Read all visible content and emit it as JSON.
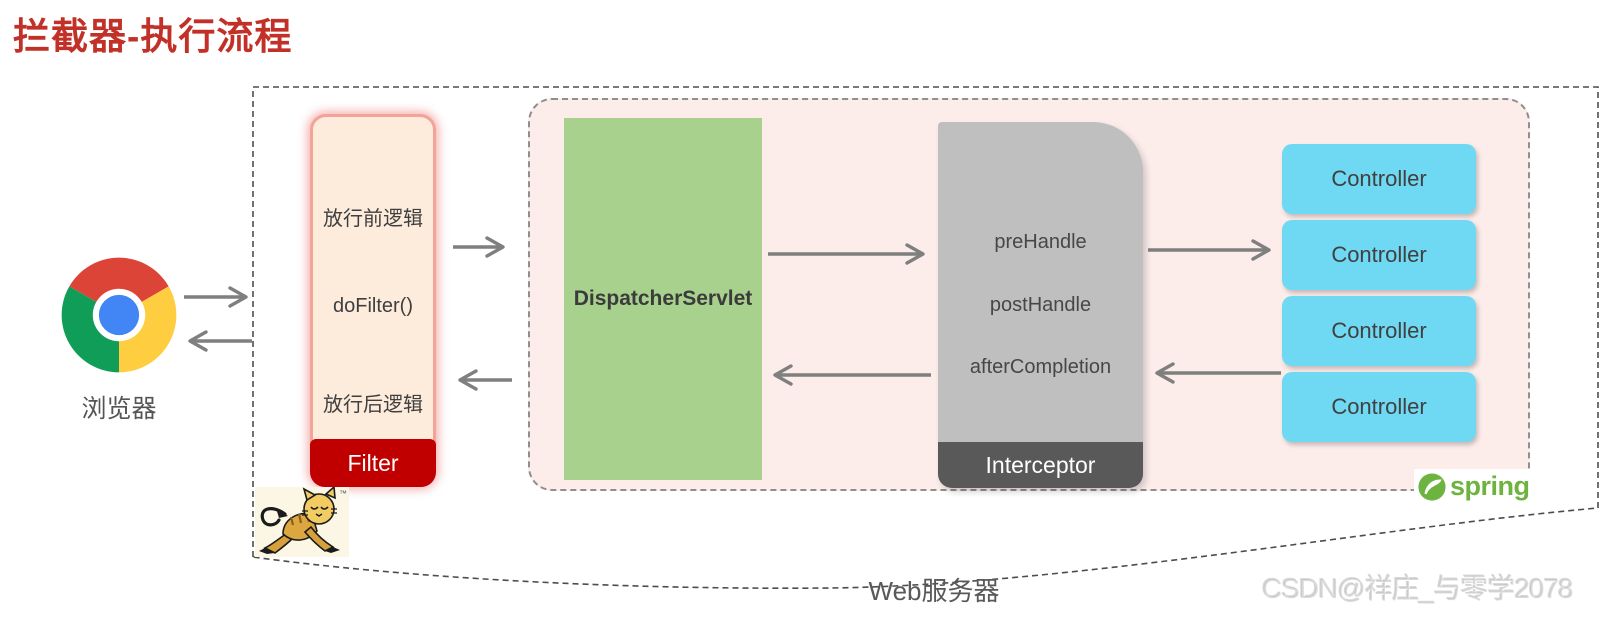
{
  "page": {
    "title": "拦截器-执行流程"
  },
  "browser": {
    "label": "浏览器",
    "icon": "chrome-icon"
  },
  "web_server": {
    "label": "Web服务器",
    "logo": "tomcat-icon",
    "logo_tm": "™"
  },
  "filter": {
    "label": "Filter",
    "steps": [
      "放行前逻辑",
      "doFilter()",
      "放行后逻辑"
    ]
  },
  "dispatcher": {
    "label": "DispatcherServlet"
  },
  "interceptor": {
    "label": "Interceptor",
    "methods": [
      "preHandle",
      "postHandle",
      "afterCompletion"
    ]
  },
  "controllers": [
    "Controller",
    "Controller",
    "Controller",
    "Controller"
  ],
  "spring": {
    "label": "spring",
    "icon": "spring-leaf-icon"
  },
  "watermark": {
    "text": "CSDN@祥庄_与零学2078"
  },
  "colors": {
    "title_red": "#C23128",
    "filter_fill": "#FDEBDC",
    "filter_glow": "#F2A49B",
    "filter_bar_red": "#C00000",
    "dispatcher_green": "#A9D18E",
    "interceptor_gray": "#BFBFBF",
    "interceptor_bar_gray": "#595959",
    "controller_blue": "#6FD9F3",
    "container_pink": "#FCEDEB",
    "arrow_gray": "#7F7F7F",
    "spring_green": "#6DB33F",
    "chrome_red": "#DB4437",
    "chrome_yellow": "#FFCD40",
    "chrome_green": "#0F9D58",
    "chrome_blue": "#4285F4"
  }
}
